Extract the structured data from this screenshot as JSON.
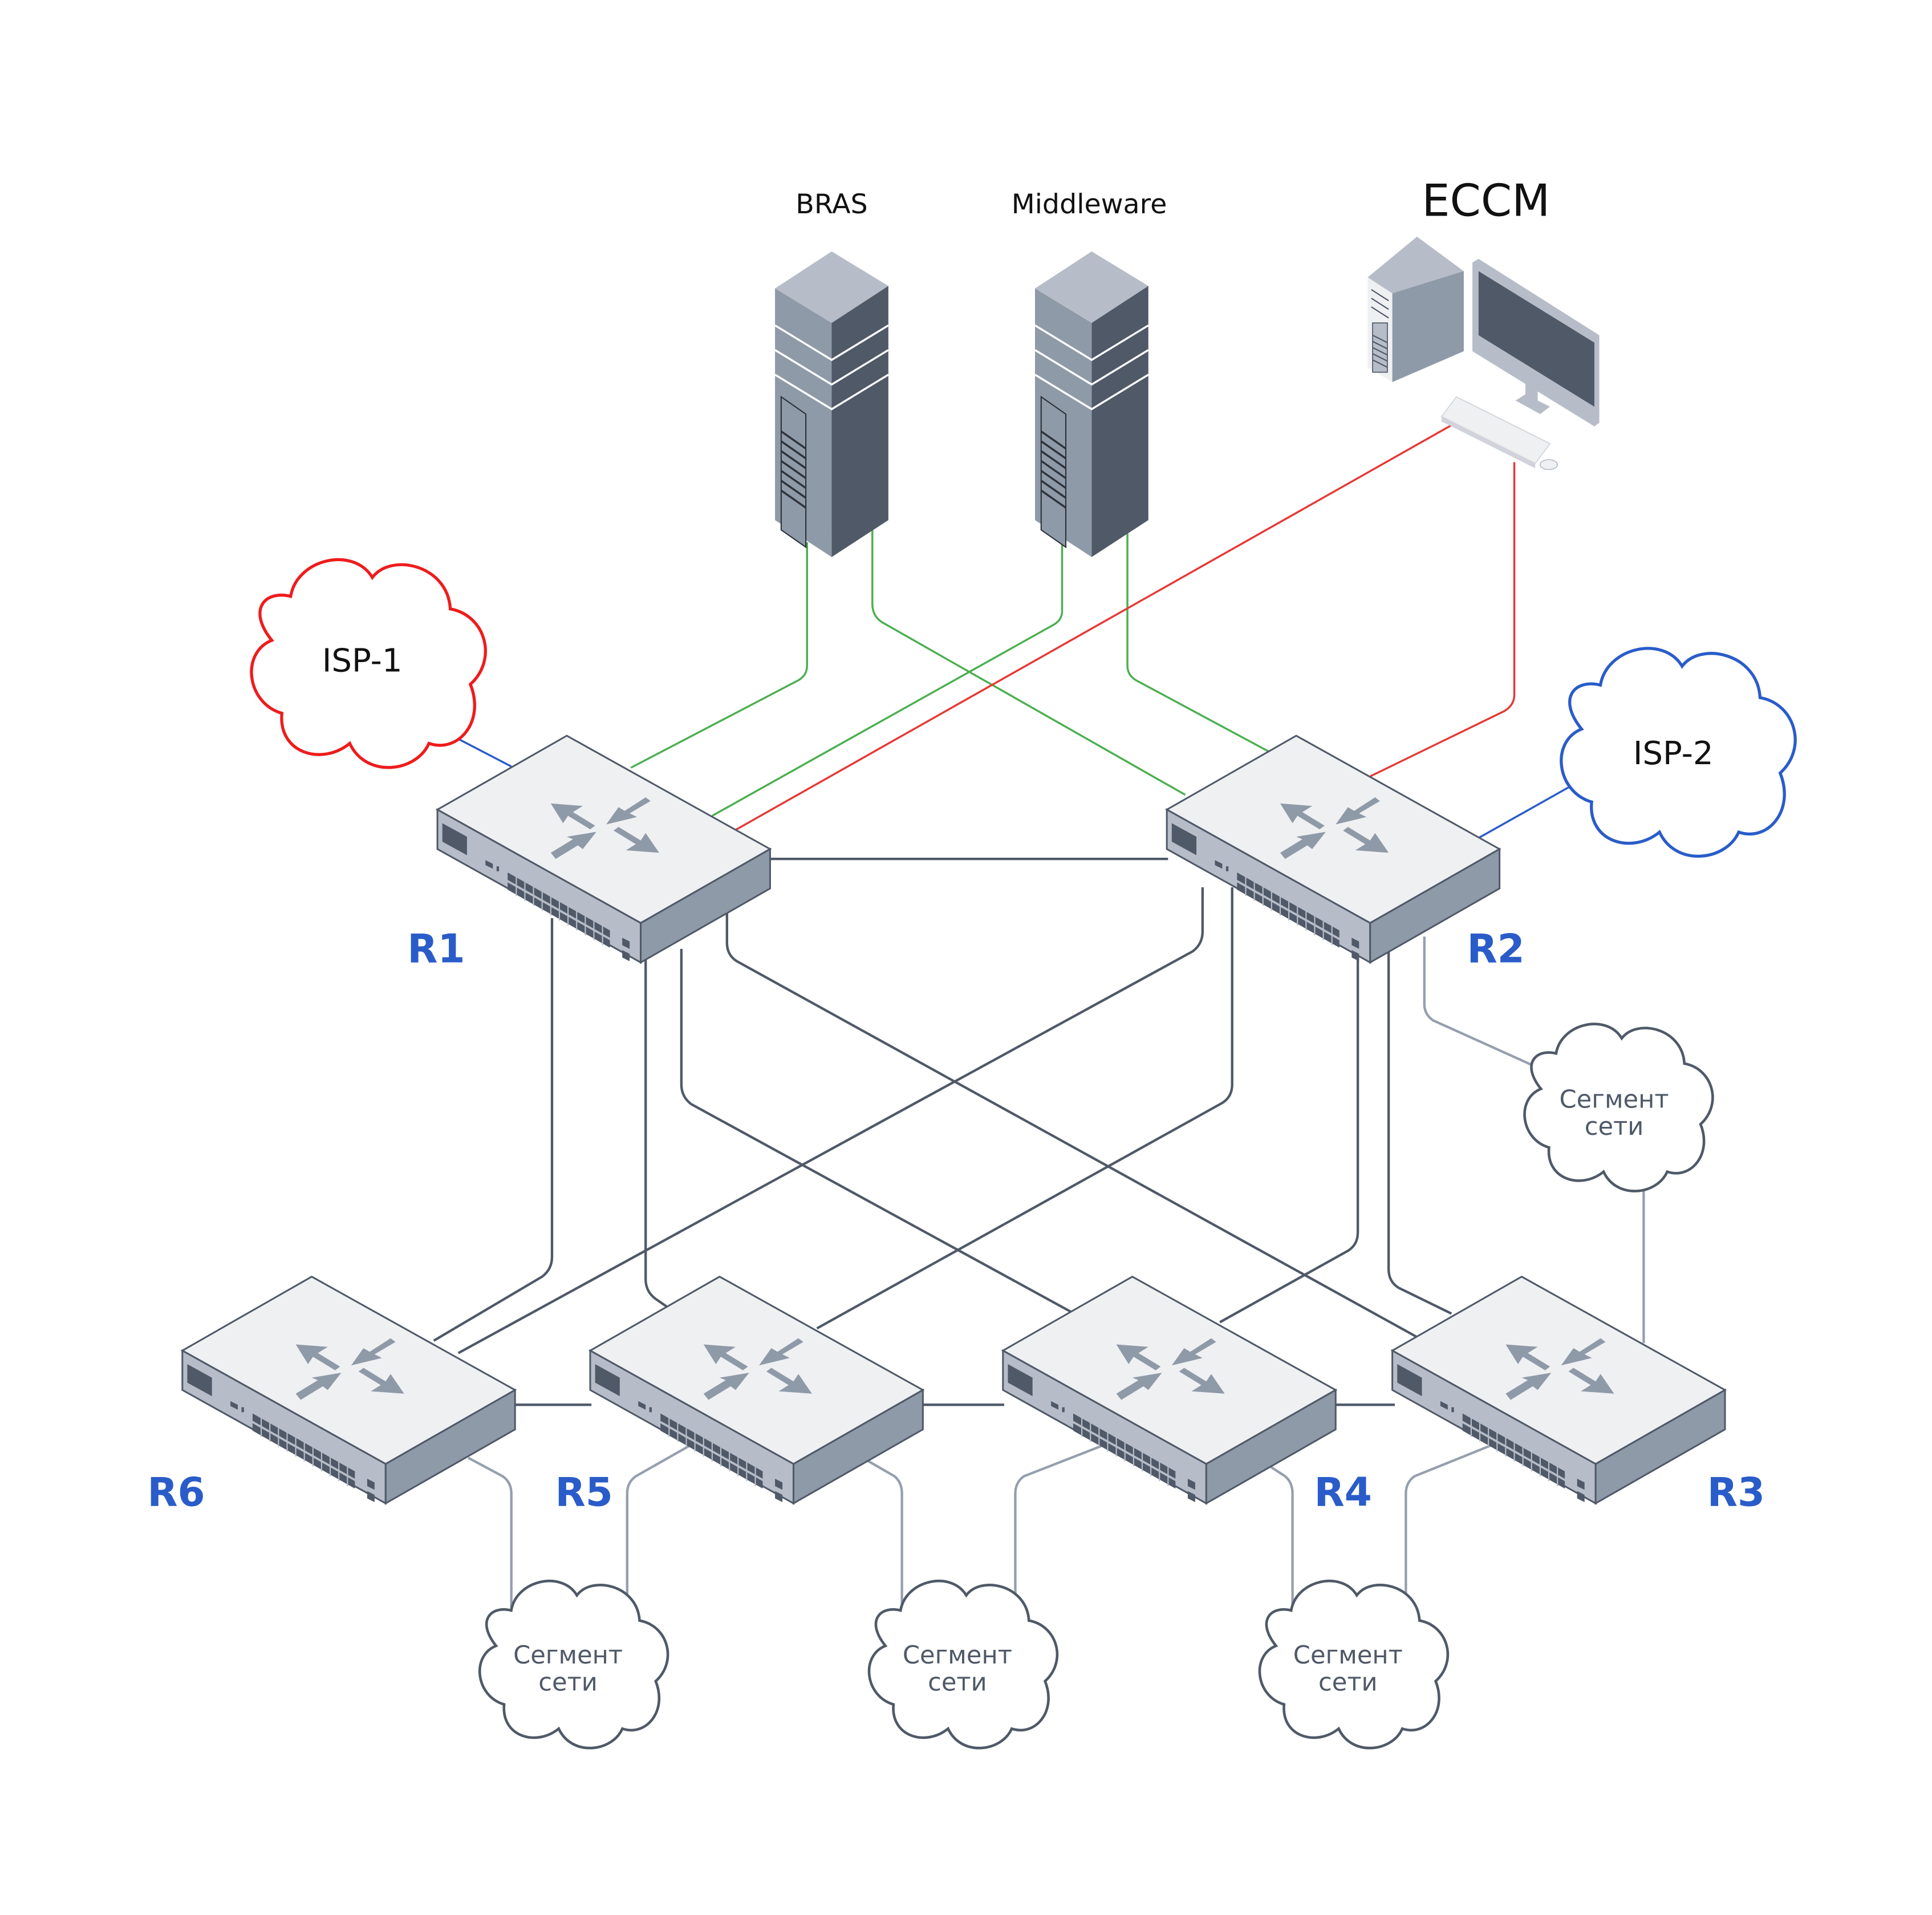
{
  "colors": {
    "accent_blue": "#2a5cc9",
    "isp1_cloud": "#ee1c1c",
    "isp2_cloud": "#2a5cc9",
    "green_link": "#4caf50",
    "red_link": "#e53935",
    "mesh_link": "#4f5968",
    "segment_link": "#959fae",
    "device_top": "#eff0f2",
    "device_front": "#b7bdc8",
    "device_side": "#8f9aa8",
    "device_dark": "#4f5968"
  },
  "servers": [
    {
      "id": "bras",
      "label": "BRAS",
      "icon": "server-tower-icon"
    },
    {
      "id": "middleware",
      "label": "Middleware",
      "icon": "server-tower-icon"
    }
  ],
  "workstation": {
    "id": "eccm",
    "label": "ECCM",
    "icon": "workstation-icon"
  },
  "isps": [
    {
      "id": "isp1",
      "label": "ISP-1",
      "icon": "cloud-icon"
    },
    {
      "id": "isp2",
      "label": "ISP-2",
      "icon": "cloud-icon"
    }
  ],
  "routers": [
    {
      "id": "r1",
      "label": "R1",
      "icon": "router-icon"
    },
    {
      "id": "r2",
      "label": "R2",
      "icon": "router-icon"
    },
    {
      "id": "r3",
      "label": "R3",
      "icon": "router-icon"
    },
    {
      "id": "r4",
      "label": "R4",
      "icon": "router-icon"
    },
    {
      "id": "r5",
      "label": "R5",
      "icon": "router-icon"
    },
    {
      "id": "r6",
      "label": "R6",
      "icon": "router-icon"
    }
  ],
  "segments": [
    {
      "id": "seg-r2",
      "line1": "Сегмент",
      "line2": "сети",
      "connects": [
        "R2",
        "R3"
      ]
    },
    {
      "id": "seg-r6-r5",
      "line1": "Сегмент",
      "line2": "сети",
      "connects": [
        "R6",
        "R5"
      ]
    },
    {
      "id": "seg-r5-r4",
      "line1": "Сегмент",
      "line2": "сети",
      "connects": [
        "R5",
        "R4"
      ]
    },
    {
      "id": "seg-r4-r3",
      "line1": "Сегмент",
      "line2": "сети",
      "connects": [
        "R4",
        "R3"
      ]
    }
  ],
  "links": {
    "green": [
      "BRAS-R1",
      "BRAS-R2",
      "Middleware-R1",
      "Middleware-R2"
    ],
    "red": [
      "ECCM-R1",
      "ECCM-R2"
    ],
    "blue": [
      "ISP-1-R1",
      "ISP-2-R2"
    ],
    "mesh": [
      "R1-R2",
      "R1-R3",
      "R1-R4",
      "R1-R5",
      "R1-R6",
      "R2-R3",
      "R2-R4",
      "R2-R5",
      "R2-R6",
      "R6-R5",
      "R5-R4",
      "R4-R3"
    ]
  }
}
